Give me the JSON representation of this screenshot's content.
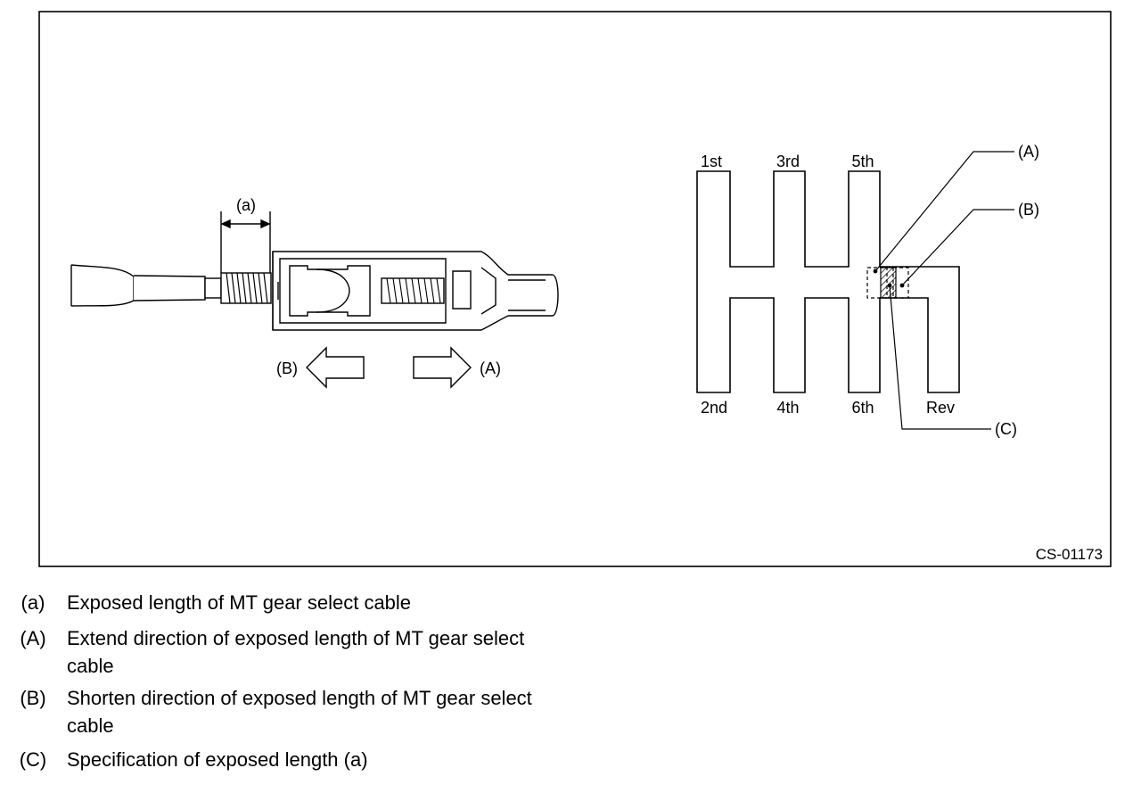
{
  "figure": {
    "code": "CS-01173",
    "cable": {
      "dimension_label": "(a)",
      "arrow_b_label": "(B)",
      "arrow_a_label": "(A)"
    },
    "gear_pattern": {
      "gears_top": [
        "1st",
        "3rd",
        "5th"
      ],
      "gears_bottom": [
        "2nd",
        "4th",
        "6th",
        "Rev"
      ],
      "callout_a": "(A)",
      "callout_b": "(B)",
      "callout_c": "(C)"
    }
  },
  "legend": [
    {
      "key": "(a)",
      "text": "Exposed length of MT gear select cable"
    },
    {
      "key": "(A)",
      "text": "Extend direction of exposed length of MT gear select cable"
    },
    {
      "key": "(B)",
      "text": "Shorten direction of exposed length of MT gear select cable"
    },
    {
      "key": "(C)",
      "text": "Specification of exposed length (a)"
    }
  ]
}
